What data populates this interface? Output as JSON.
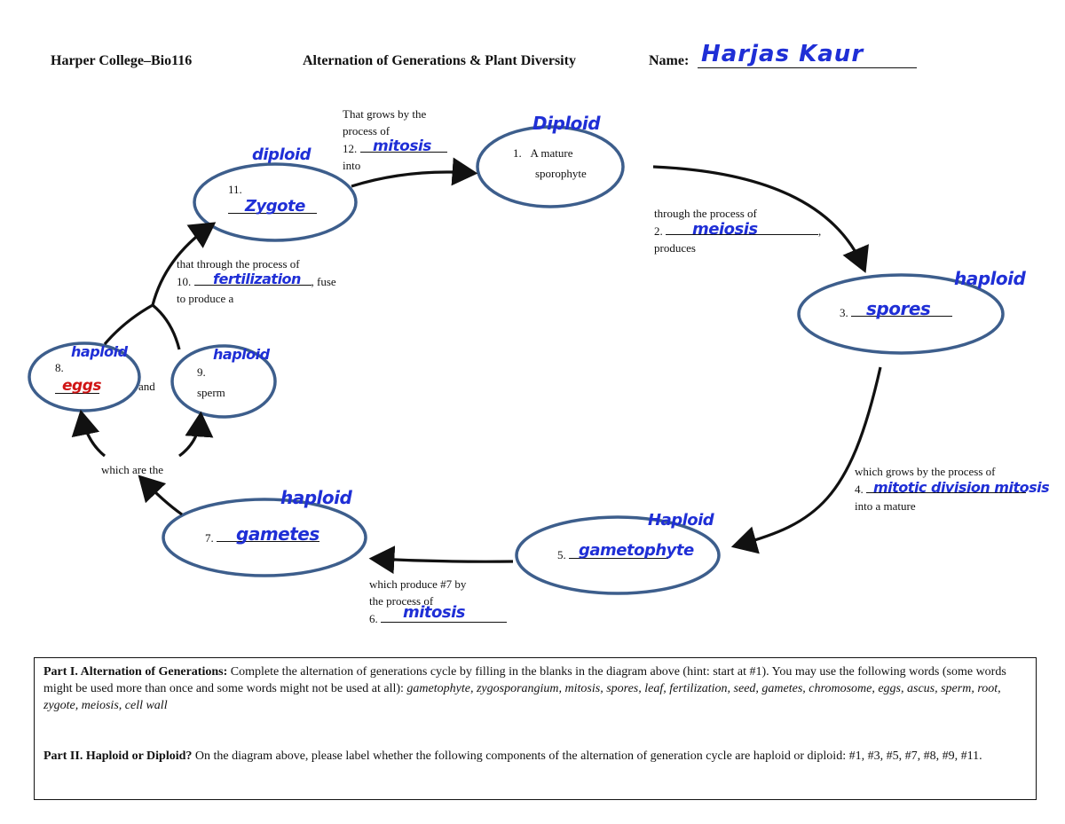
{
  "header": {
    "college": "Harper College–Bio116",
    "title": "Alternation of Generations & Plant Diversity",
    "name_label": "Name:",
    "name_value": "Harjas  Kaur"
  },
  "diagram": {
    "step1": {
      "number": "1.",
      "line1": "A mature",
      "line2": "sporophyte",
      "ploidy": "Diploid"
    },
    "step2": {
      "pre": "through the process of",
      "number": "2.",
      "answer": "meiosis",
      "post": "produces"
    },
    "step3": {
      "number": "3.",
      "answer": "spores",
      "ploidy": "haploid"
    },
    "step4": {
      "pre": "which grows by the process of",
      "number": "4.",
      "answer": "mitotic  division mitosis",
      "post": "into a mature"
    },
    "step5": {
      "number": "5.",
      "answer": "gametophyte",
      "ploidy": "Haploid"
    },
    "step6": {
      "line1": "which produce #7 by",
      "line2": "the process of",
      "number": "6.",
      "answer": "mitosis"
    },
    "step7": {
      "number": "7.",
      "answer": "gametes",
      "ploidy": "haploid"
    },
    "which_are_the": "which are the",
    "step8": {
      "number": "8.",
      "answer": "eggs",
      "ploidy": "haploid"
    },
    "and": "and",
    "step9": {
      "number": "9.",
      "text": "sperm",
      "ploidy": "haploid"
    },
    "step10": {
      "pre": "that through the process of",
      "number": "10.",
      "answer": "fertilization",
      "mid": ", fuse",
      "post": "to produce  a"
    },
    "step11": {
      "number": "11.",
      "answer": "Zygote",
      "ploidy": "diploid"
    },
    "step12": {
      "line1": "That grows by the",
      "line2": "process of",
      "number": "12.",
      "answer": "mitosis",
      "post": "into"
    }
  },
  "part1": {
    "heading": "Part I.  Alternation of Generations:",
    "text": " Complete the alternation of generations cycle by filling in the blanks in the diagram above (hint: start at #1). You may use the following words (some words might be used more than once and some words might not be used at all): ",
    "words": "gametophyte, zygosporangium, mitosis, spores, leaf, fertilization, seed, gametes, chromosome, eggs, ascus, sperm, root, zygote, meiosis, cell wall"
  },
  "part2": {
    "heading": "Part II. Haploid or Diploid?",
    "text": "  On the diagram above, please label whether the following components of the alternation of generation cycle are haploid or diploid: #1, #3, #5, #7, #8, #9, #11."
  }
}
